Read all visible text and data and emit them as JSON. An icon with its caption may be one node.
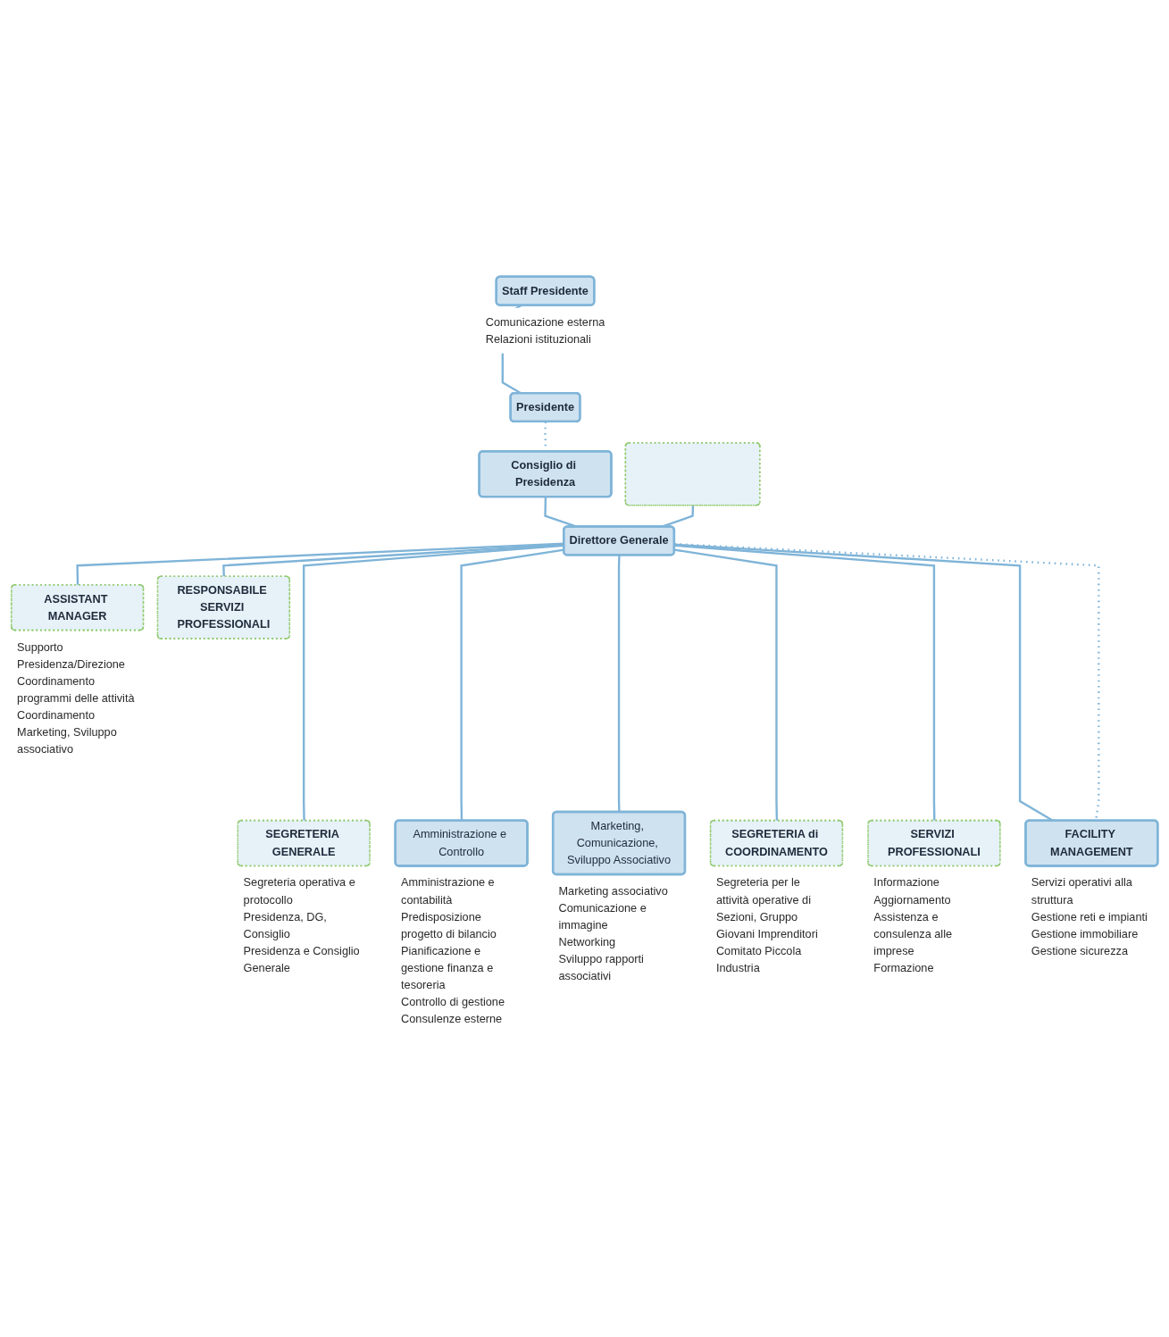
{
  "diagram": {
    "nodes": [
      {
        "text": [
          "Staff Presidente"
        ],
        "beside": [
          "Comunicazione esterna",
          "Relazioni istituzionali"
        ]
      },
      {
        "text": [
          "Presidente"
        ]
      },
      {
        "text": [
          "Consiglio di Presidenza"
        ]
      },
      {
        "text": [
          "Direttore Generale"
        ]
      },
      {
        "text": [],
        "shape": "box"
      },
      {
        "text": [
          "ASSISTANT MANAGER"
        ],
        "beside": [
          "Supporto Presidenza/Direzione",
          "Coordinamento programmi delle attività",
          "Coordinamento Marketing, Sviluppo associativo"
        ]
      },
      {
        "text": [
          "RESPONSABILE SERVIZI PROFESSIONALI"
        ]
      },
      {
        "text": [
          "SEGRETERIA GENERALE"
        ],
        "beside": [
          "Segreteria operativa e protocollo",
          "Presidenza, DG, Consiglio",
          "Presidenza e Consiglio Generale"
        ]
      },
      {
        "text": [
          "Amministrazione e Controllo"
        ],
        "beside": [
          "Amministrazione e contabilità",
          "Predisposizione progetto di bilancio",
          "Pianificazione e gestione finanza e tesoreria",
          "Controllo di gestione",
          "Consulenze esterne"
        ]
      },
      {
        "text": [
          "Marketing, Comunicazione, Sviluppo Associativo"
        ],
        "beside": [
          "Marketing associativo",
          "Comunicazione e immagine",
          "Networking",
          "Sviluppo rapporti associativi"
        ]
      },
      {
        "text": [
          "SEGRETERIA di COORDINAMENTO"
        ],
        "beside": [
          "Segreteria per le attività operative di Sezioni, Gruppo Giovani Imprenditori Comitato Piccola Industria"
        ]
      },
      {
        "text": [
          "SERVIZI PROFESSIONALI"
        ],
        "beside": [
          "Informazione",
          "Aggiornamento",
          "Assistenza e consulenza alle imprese",
          "Formazione"
        ]
      },
      {
        "text": [
          "FACILITY MANAGEMENT"
        ],
        "beside": [
          "Servizi operativi alla struttura",
          "Gestione reti e impianti",
          "Gestione immobiliare",
          "Gestione sicurezza"
        ]
      }
    ],
    "edges": [
      {
        "from": 0,
        "to": 1,
        "arrow": "none"
      },
      {
        "from": 1,
        "to": 2,
        "arrow": "none",
        "style": "dashed"
      },
      {
        "from": 2,
        "to": 3,
        "arrow": "none"
      },
      {
        "from": 4,
        "to": 3,
        "arrow": "none"
      },
      {
        "from": 3,
        "to": 5,
        "arrow": "none"
      },
      {
        "from": 3,
        "to": 6,
        "arrow": "none"
      },
      {
        "from": 3,
        "to": 7,
        "arrow": "none"
      },
      {
        "from": 3,
        "to": 8,
        "arrow": "none"
      },
      {
        "from": 3,
        "to": 9,
        "arrow": "none"
      },
      {
        "from": 3,
        "to": 10,
        "arrow": "none"
      },
      {
        "from": 3,
        "to": 11,
        "arrow": "none"
      },
      {
        "from": 3,
        "to": 12,
        "arrow": "none"
      },
      {
        "from": 3,
        "to": 12,
        "arrow": "none",
        "style": "dashed"
      }
    ]
  }
}
